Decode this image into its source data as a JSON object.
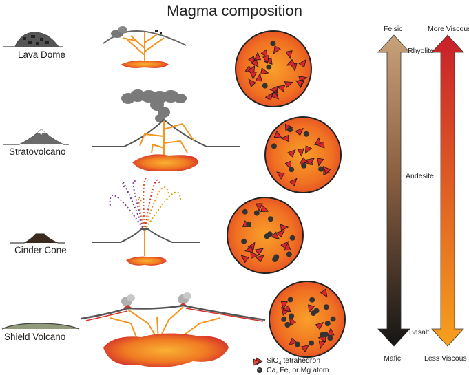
{
  "title": "Magma composition",
  "volcanoes": [
    {
      "name": "Lava Dome"
    },
    {
      "name": "Stratovolcano"
    },
    {
      "name": "Cinder Cone"
    },
    {
      "name": "Shield Volcano"
    }
  ],
  "composition_scale": {
    "top": "Felsic",
    "bottom": "Mafic",
    "rock_types": [
      "Rhyolite",
      "Andesite",
      "Basalt"
    ],
    "gradient_colors": [
      "#c8a27a",
      "#1a1a1a"
    ]
  },
  "viscosity_scale": {
    "top": "More Viscous",
    "bottom": "Less Viscous",
    "gradient_colors": [
      "#c8202a",
      "#f7941d"
    ]
  },
  "legend": {
    "tetrahedron_prefix": "SiO",
    "tetrahedron_sub": "4",
    "tetrahedron_suffix": " tetrahedron",
    "atom": "Ca, Fe, or Mg atom"
  },
  "colors": {
    "magma_center": "#f7941d",
    "magma_edge": "#d6322b",
    "tetrahedron": "#d7262d",
    "atom": "#333333",
    "ash": "#8a8a8a"
  }
}
